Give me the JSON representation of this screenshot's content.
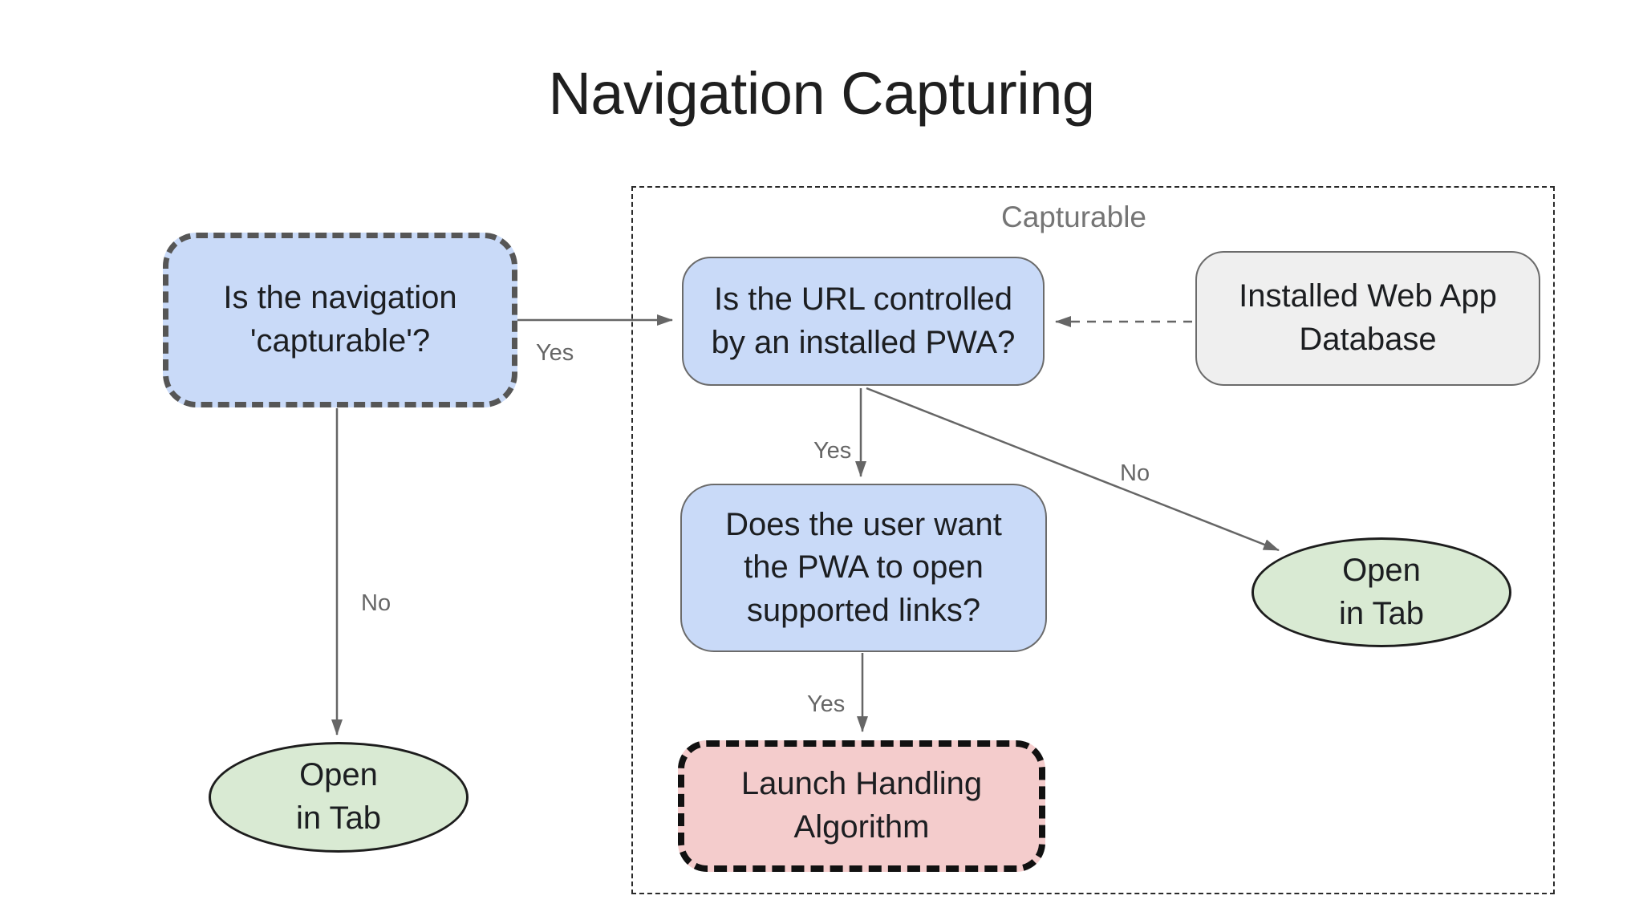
{
  "title": "Navigation Capturing",
  "group": {
    "label": "Capturable"
  },
  "nodes": {
    "is_capturable": {
      "text": "Is the navigation\n'capturable'?",
      "type": "decision",
      "fill": "#c9daf8"
    },
    "url_controlled": {
      "text": "Is the URL controlled\nby an installed PWA?",
      "type": "decision",
      "fill": "#c9daf8"
    },
    "web_app_db": {
      "text": "Installed Web App\nDatabase",
      "type": "data-store",
      "fill": "#efefef"
    },
    "user_wants_links": {
      "text": "Does the user want\nthe PWA to open\nsupported links?",
      "type": "decision",
      "fill": "#c9daf8"
    },
    "launch_handling": {
      "text": "Launch Handling\nAlgorithm",
      "type": "process",
      "fill": "#f4cccc"
    },
    "open_in_tab_left": {
      "text": "Open\nin Tab",
      "type": "terminal",
      "fill": "#d9ead3"
    },
    "open_in_tab_right": {
      "text": "Open\nin Tab",
      "type": "terminal",
      "fill": "#d9ead3"
    }
  },
  "edges": {
    "capturable_yes": {
      "from": "is_capturable",
      "to": "url_controlled",
      "label": "Yes",
      "style": "solid"
    },
    "capturable_no": {
      "from": "is_capturable",
      "to": "open_in_tab_left",
      "label": "No",
      "style": "solid"
    },
    "db_lookup": {
      "from": "web_app_db",
      "to": "url_controlled",
      "label": "",
      "style": "dashed"
    },
    "url_yes": {
      "from": "url_controlled",
      "to": "user_wants_links",
      "label": "Yes",
      "style": "solid"
    },
    "url_no": {
      "from": "url_controlled",
      "to": "open_in_tab_right",
      "label": "No",
      "style": "solid"
    },
    "user_yes": {
      "from": "user_wants_links",
      "to": "launch_handling",
      "label": "Yes",
      "style": "solid"
    }
  },
  "colors": {
    "decision_fill": "#c9daf8",
    "terminal_fill": "#d9ead3",
    "process_fill": "#f4cccc",
    "data_fill": "#efefef",
    "arrow": "#666666",
    "edge_label_text": "#666666",
    "group_label_text": "#757575",
    "title_text": "#1f1f1f"
  }
}
